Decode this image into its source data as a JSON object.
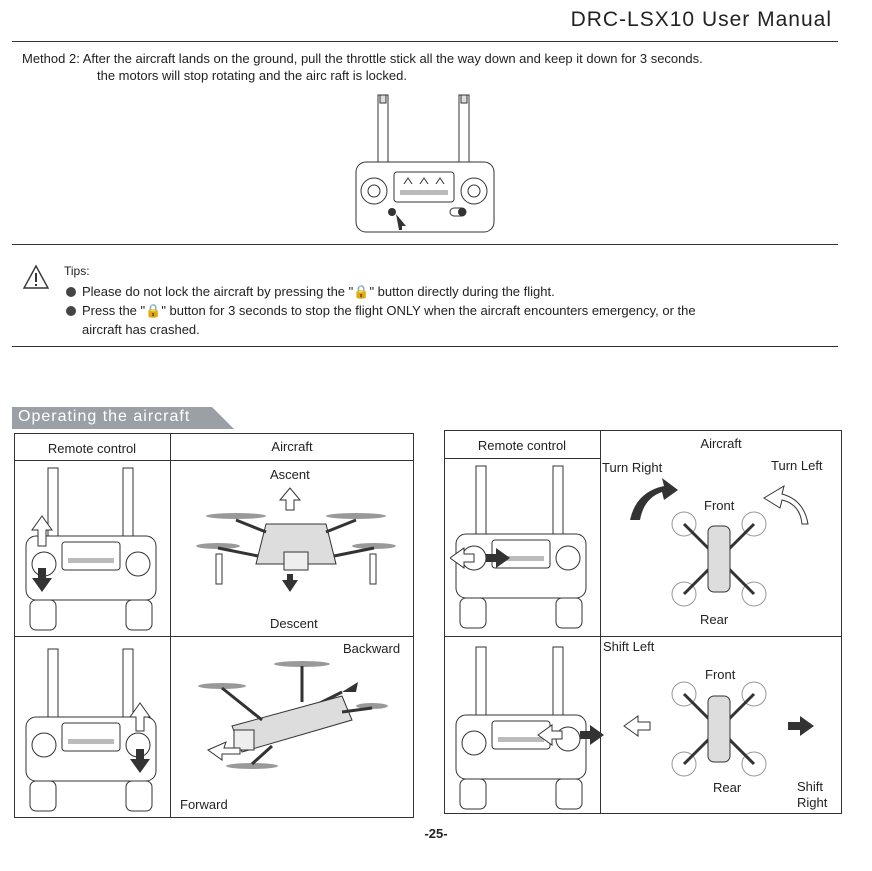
{
  "header": {
    "title": "DRC-LSX10 User Manual"
  },
  "method2": {
    "line1": "Method 2: After the aircraft lands on the ground, pull the throttle stick all the way down and keep it down for 3 seconds.",
    "line2": "the motors will stop rotating and the airc raft is locked."
  },
  "tips": {
    "label": "Tips:",
    "items": [
      "Please do not lock the aircraft by pressing the \"🔒\" button directly during the flight.",
      "Press the \"🔒\" button for 3 seconds to stop the flight ONLY when the aircraft encounters emergency, or the",
      "aircraft has crashed."
    ]
  },
  "section": {
    "title": "Operating the aircraft"
  },
  "table_left": {
    "col1": "Remote control",
    "col2": "Aircraft",
    "ascent": "Ascent",
    "descent": "Descent",
    "backward": "Backward",
    "forward": "Forward"
  },
  "table_right": {
    "col1": "Remote control",
    "col2": "Aircraft",
    "turn_right": "Turn Right",
    "turn_left": "Turn Left",
    "front1": "Front",
    "rear1": "Rear",
    "shift_left": "Shift Left",
    "front2": "Front",
    "rear2": "Rear",
    "shift_right_1": "Shift",
    "shift_right_2": "Right"
  },
  "page": {
    "number": "-25-"
  },
  "colors": {
    "banner": "#9aa0a6",
    "accent_arrow": "#333333"
  }
}
